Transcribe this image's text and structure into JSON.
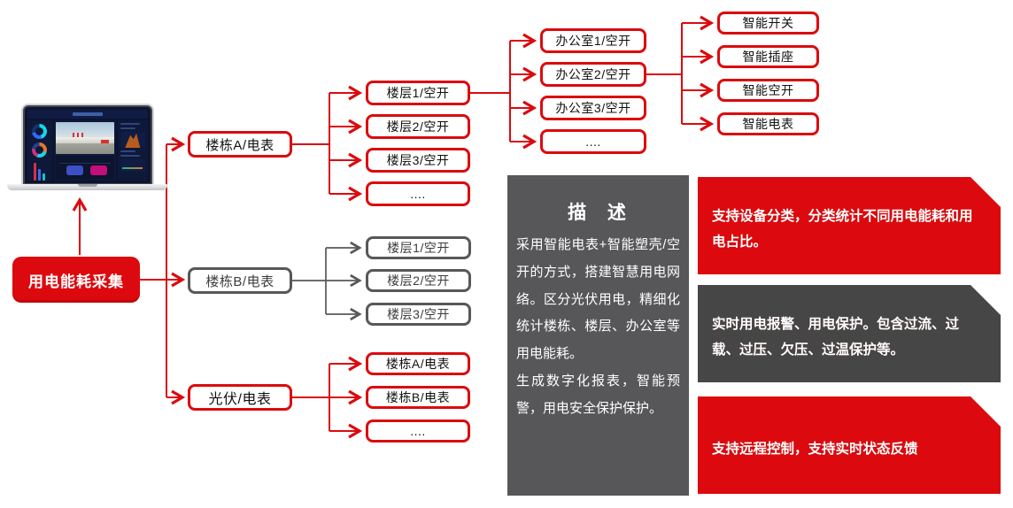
{
  "palette": {
    "brand_red": "#dc0a0e",
    "branch_gray": "#595757",
    "desc_panel_bg": "#57575a",
    "banner_gray_bg": "#464646",
    "banner_text": "#ffffff",
    "node_text": "#111111"
  },
  "root": {
    "label": "用电能耗采集"
  },
  "laptop": {
    "name": "energy-dashboard-laptop"
  },
  "tree": {
    "level1": {
      "building_a": "楼栋A/电表",
      "building_b": "楼栋B/电表",
      "pv": "光伏/电表"
    },
    "floors_a": [
      "楼层1/空开",
      "楼层2/空开",
      "楼层3/空开",
      "...."
    ],
    "offices": [
      "办公室1/空开",
      "办公室2/空开",
      "办公室3/空开",
      "...."
    ],
    "devices": [
      "智能开关",
      "智能插座",
      "智能空开",
      "智能电表"
    ],
    "floors_b": [
      "楼层1/空开",
      "楼层2/空开",
      "楼层3/空开"
    ],
    "pv_children": [
      "楼栋A/电表",
      "楼栋B/电表",
      "...."
    ]
  },
  "description": {
    "title": "描 述",
    "paragraphs": [
      "采用智能电表+智能塑壳/空开的方式，搭建智慧用电网络。区分光伏用电，精细化统计楼栋、楼层、办公室等用电能耗。",
      "生成数字化报表，智能预警，用电安全保护保护。"
    ]
  },
  "banners": [
    {
      "variant": "red",
      "text": "支持设备分类，分类统计不同用电能耗和用电占比。"
    },
    {
      "variant": "gray",
      "text": "实时用电报警、用电保护。包含过流、过载、过压、欠压、过温保护等。"
    },
    {
      "variant": "red",
      "text": "支持远程控制，支持实时状态反馈"
    }
  ]
}
